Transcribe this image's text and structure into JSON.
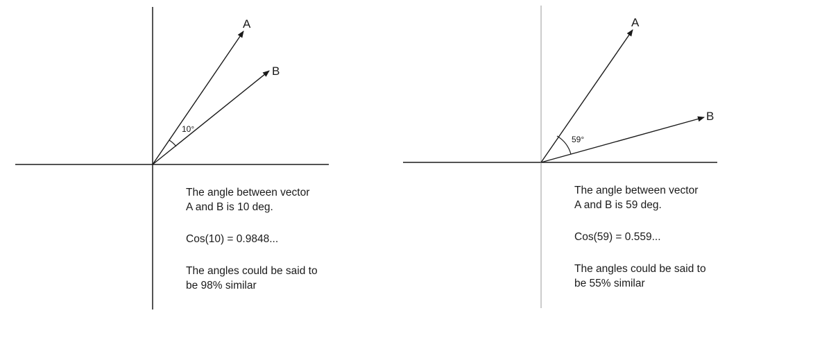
{
  "panels": [
    {
      "vector_a_label": "A",
      "vector_b_label": "B",
      "angle_label": "10°",
      "angle_deg": 10,
      "text_line1": "The angle between vector",
      "text_line2": "A and B is 10 deg.",
      "text_cos": "Cos(10)  = 0.9848...",
      "text_line3": "The angles could be said to",
      "text_line4": "be 98% similar"
    },
    {
      "vector_a_label": "A",
      "vector_b_label": "B",
      "angle_label": "59°",
      "angle_deg": 59,
      "text_line1": "The angle between vector",
      "text_line2": "A and B is 59 deg.",
      "text_cos": "Cos(59)  = 0.559...",
      "text_line3": "The angles could be said to",
      "text_line4": "be 55% similar"
    }
  ],
  "colors": {
    "ink": "#1a1a1a",
    "axis_light": "#9a9a9a"
  }
}
